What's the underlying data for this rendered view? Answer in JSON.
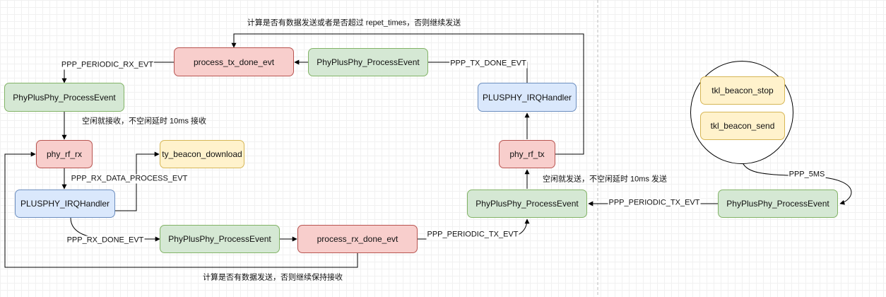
{
  "nodes": {
    "process_tx_done_evt": "process_tx_done_evt",
    "green_top": "PhyPlusPhy_ProcessEvent",
    "green_left": "PhyPlusPhy_ProcessEvent",
    "phy_rf_rx": "phy_rf_rx",
    "ty_beacon_download": "ty_beacon_download",
    "pluspyh_irq_left": "PLUSPHY_IRQHandler",
    "green_bottom": "PhyPlusPhy_ProcessEvent",
    "process_rx_done_evt": "process_rx_done_evt",
    "pluspyh_irq_right": "PLUSPHY_IRQHandler",
    "phy_rf_tx": "phy_rf_tx",
    "green_right": "PhyPlusPhy_ProcessEvent",
    "green_far_right": "PhyPlusPhy_ProcessEvent",
    "tkl_beacon_stop": "tkl_beacon_stop",
    "tkl_beacon_send": "tkl_beacon_send"
  },
  "labels": {
    "top_note": "计算是否有数据发送或者是否超过 repet_times，否则继续发送",
    "periodic_rx": "PPP_PERIODIC_RX_EVT",
    "tx_done": "PPP_TX_DONE_EVT",
    "idle_rx": "空闲就接收，不空闲延时 10ms 接收",
    "rx_data_process": "PPP_RX_DATA_PROCESS_EVT",
    "rx_done": "PPP_RX_DONE_EVT",
    "periodic_tx_bottom": "PPP_PERIODIC_TX_EVT",
    "idle_tx": "空闲就发送，不空闲延时 10ms 发送",
    "periodic_tx_right": "PPP_PERIODIC_TX_EVT",
    "ppp_5ms": "PPP_5MS",
    "bottom_note": "计算是否有数据发送，否则继续保持接收"
  },
  "colors": {
    "red_fill": "#f8cecc",
    "red_stroke": "#b85450",
    "green_fill": "#d5e8d4",
    "green_stroke": "#82b366",
    "blue_fill": "#dae8fc",
    "blue_stroke": "#6c8ebf",
    "yellow_fill": "#fff2cc",
    "yellow_stroke": "#d6b656"
  }
}
